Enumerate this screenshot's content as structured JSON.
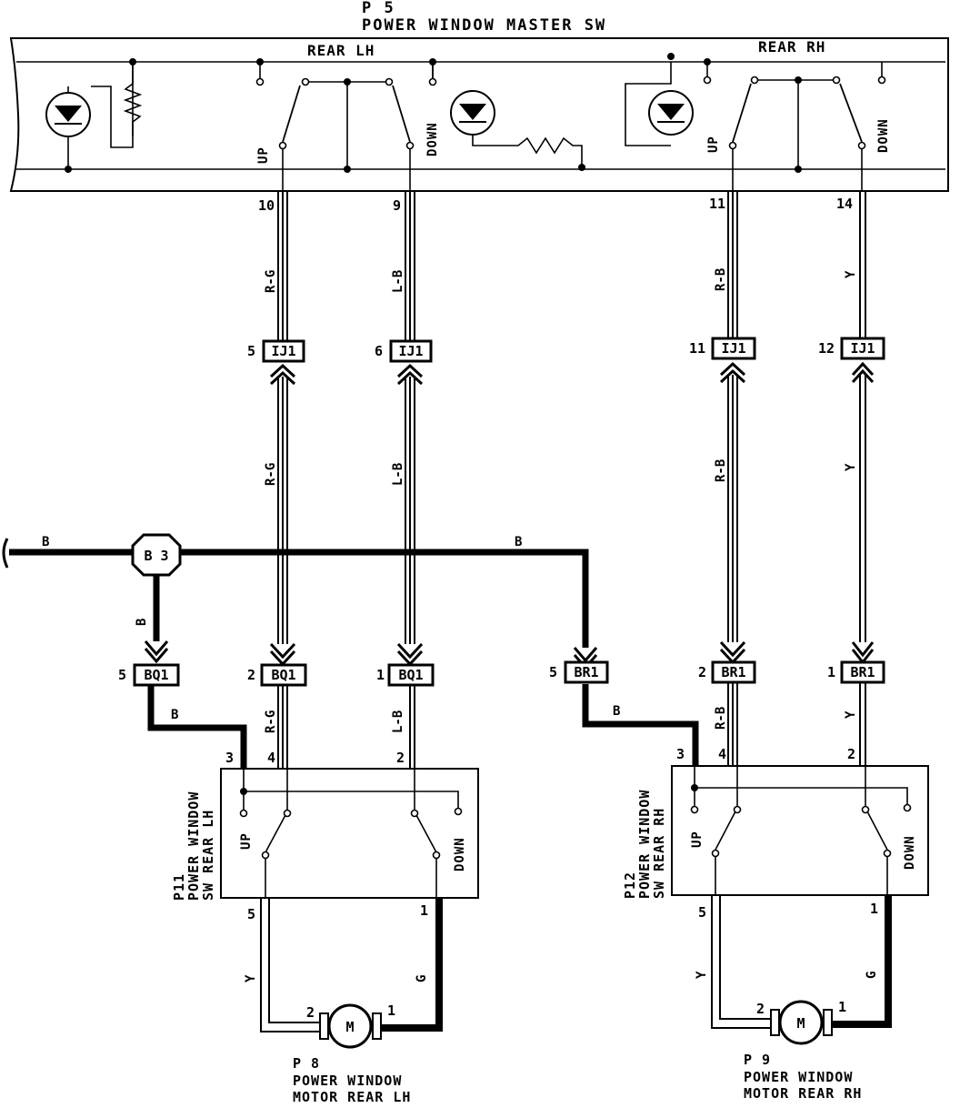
{
  "master_switch": {
    "code": "P 5",
    "name": "POWER WINDOW MASTER SW",
    "rear_lh_label": "REAR LH",
    "rear_rh_label": "REAR RH"
  },
  "switch_positions": {
    "up": "UP",
    "down": "DOWN"
  },
  "master_pins": {
    "lh_up": "10",
    "lh_down": "9",
    "rh_up": "11",
    "rh_down": "14"
  },
  "wire_colors": {
    "red_green": "R-G",
    "blue_black": "L-B",
    "red_black": "R-B",
    "yellow": "Y",
    "black": "B",
    "green": "G"
  },
  "junctions": {
    "ij1": "IJ1",
    "ij1_pin_lh_up": "5",
    "ij1_pin_lh_down": "6",
    "ij1_pin_rh_up": "11",
    "ij1_pin_rh_down": "12",
    "bq1": "BQ1",
    "bq1_pin_ground": "5",
    "bq1_pin_up": "2",
    "bq1_pin_down": "1",
    "br1": "BR1",
    "br1_pin_ground": "5",
    "br1_pin_up": "2",
    "br1_pin_down": "1"
  },
  "ground_point": "B 3",
  "rear_lh_switch": {
    "code": "P11",
    "line1": "POWER WINDOW",
    "line2": "SW REAR LH",
    "pin_ground": "3",
    "pin_up": "4",
    "pin_down": "2",
    "pin_motor_a": "5",
    "pin_motor_b": "1"
  },
  "rear_rh_switch": {
    "code": "P12",
    "line1": "POWER WINDOW",
    "line2": "SW REAR RH",
    "pin_ground": "3",
    "pin_up": "4",
    "pin_down": "2",
    "pin_motor_a": "5",
    "pin_motor_b": "1"
  },
  "rear_lh_motor": {
    "code": "P 8",
    "line1": "POWER WINDOW",
    "line2": "MOTOR REAR LH",
    "symbol": "M",
    "pin_a": "2",
    "pin_b": "1"
  },
  "rear_rh_motor": {
    "code": "P 9",
    "line1": "POWER WINDOW",
    "line2": "MOTOR REAR RH",
    "symbol": "M",
    "pin_a": "2",
    "pin_b": "1"
  }
}
